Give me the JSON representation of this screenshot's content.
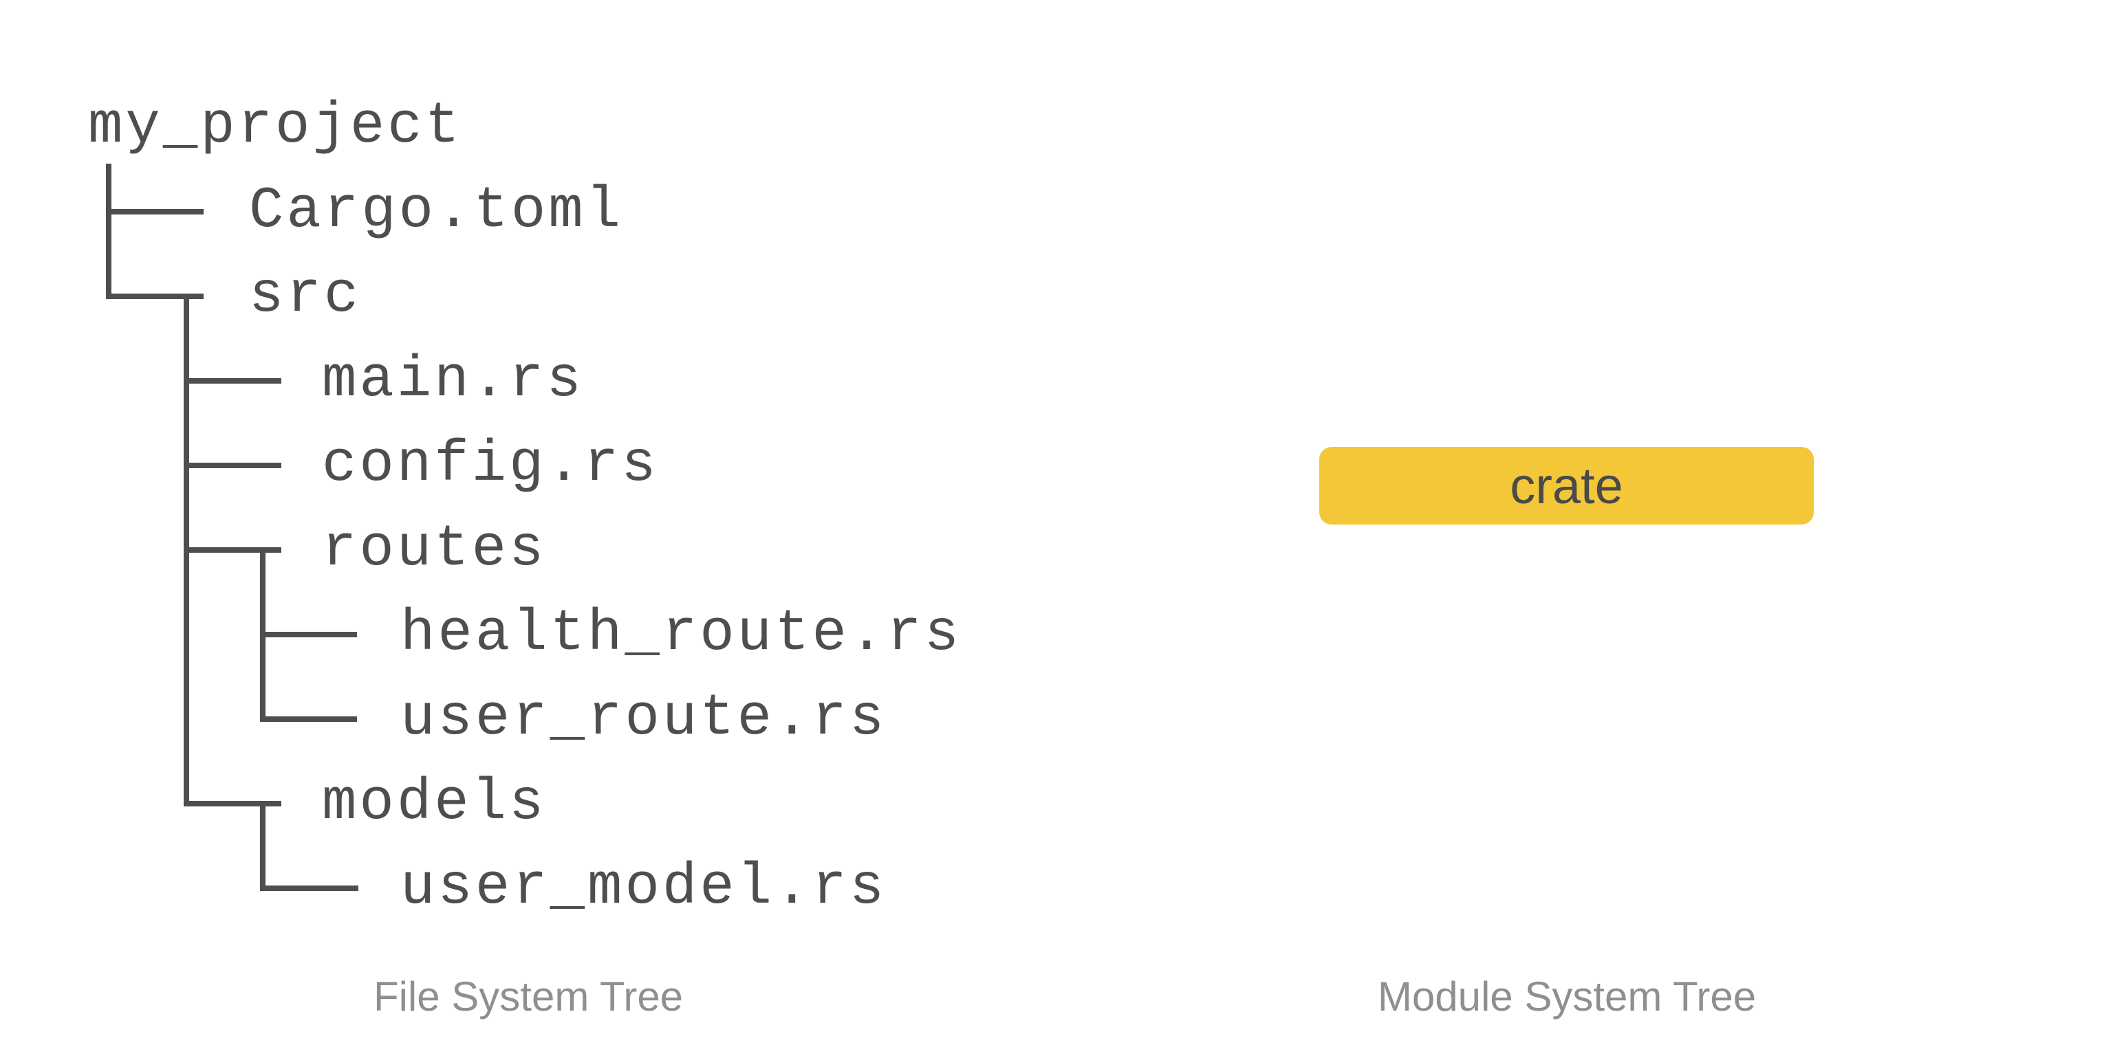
{
  "diagram": {
    "file_tree": {
      "caption": "File System Tree",
      "nodes": [
        {
          "label": "my_project",
          "depth": 0
        },
        {
          "label": "Cargo.toml",
          "depth": 1
        },
        {
          "label": "src",
          "depth": 1
        },
        {
          "label": "main.rs",
          "depth": 2
        },
        {
          "label": "config.rs",
          "depth": 2
        },
        {
          "label": "routes",
          "depth": 2
        },
        {
          "label": "health_route.rs",
          "depth": 3
        },
        {
          "label": "user_route.rs",
          "depth": 3
        },
        {
          "label": "models",
          "depth": 2
        },
        {
          "label": "user_model.rs",
          "depth": 3
        }
      ]
    },
    "module_tree": {
      "caption": "Module System Tree",
      "root_label": "crate"
    },
    "colors": {
      "tree_ink": "#4e4e4e",
      "caption_gray": "#8f8f8f",
      "crate_fill": "#f3c738",
      "crate_ink": "#4a4a4a",
      "background": "#ffffff"
    }
  }
}
